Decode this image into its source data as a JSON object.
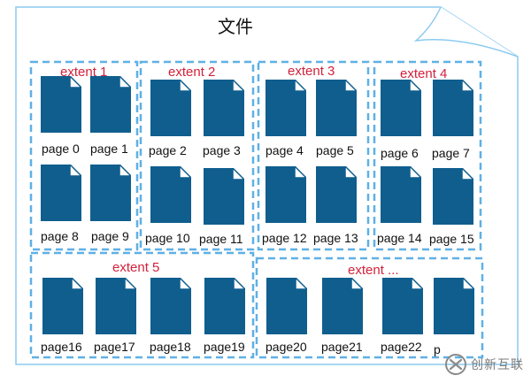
{
  "file": {
    "title": "文件"
  },
  "extents": [
    {
      "label": "extent 1"
    },
    {
      "label": "extent 2"
    },
    {
      "label": "extent 3"
    },
    {
      "label": "extent 4"
    },
    {
      "label": "extent 5"
    },
    {
      "label": "extent ..."
    }
  ],
  "pages": [
    "page 0",
    "page 1",
    "page 2",
    "page 3",
    "page 4",
    "page 5",
    "page 6",
    "page 7",
    "page 8",
    "page 9",
    "page 10",
    "page 11",
    "page 12",
    "page 13",
    "page 14",
    "page 15",
    "page16",
    "page17",
    "page18",
    "page19",
    "page20",
    "page21",
    "page22",
    "p"
  ],
  "watermark": {
    "text": "创新互联"
  },
  "colors": {
    "page_fill": "#0f5e8e",
    "extent_border": "#5fb0e6",
    "file_border": "#8ccaf0",
    "extent_label": "#d2213b"
  }
}
